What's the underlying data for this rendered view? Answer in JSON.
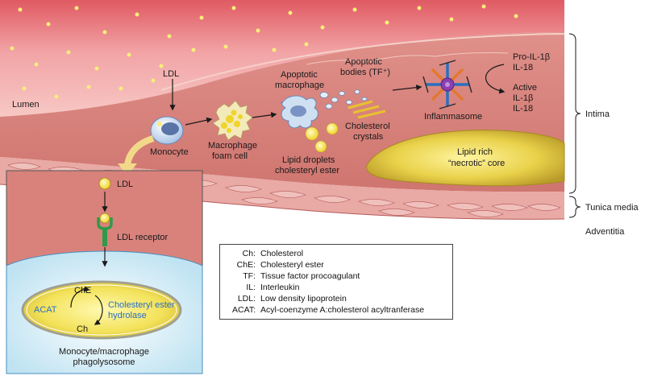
{
  "labels": {
    "lumen": "Lumen",
    "ldl_top": "LDL",
    "monocyte": "Monocyte",
    "macrophage_foam_1": "Macrophage",
    "macrophage_foam_2": "foam cell",
    "apoptotic_macrophage_1": "Apoptotic",
    "apoptotic_macrophage_2": "macrophage",
    "apoptotic_bodies_1": "Apoptotic",
    "apoptotic_bodies_2": "bodies (TF⁺)",
    "cholesterol_crystals_1": "Cholesterol",
    "cholesterol_crystals_2": "crystals",
    "lipid_droplets_1": "Lipid droplets",
    "lipid_droplets_2": "cholesteryl ester",
    "inflammasome": "Inflammasome",
    "pro_il1b": "Pro-IL-1β",
    "il18_top": "IL-18",
    "active": "Active",
    "il1b": "IL-1β",
    "il18_bottom": "IL-18",
    "lipid_core_1": "Lipid rich",
    "lipid_core_2": "“necrotic” core",
    "intima": "Intima",
    "tunica_media": "Tunica media",
    "adventitia": "Adventitia",
    "ldl_inset": "LDL",
    "ldl_receptor": "LDL receptor",
    "che": "ChE",
    "ch": "Ch",
    "acat": "ACAT",
    "hydrolase_1": "Cholesteryl ester",
    "hydrolase_2": "hydrolase",
    "phago_1": "Monocyte/macrophage",
    "phago_2": "phagolysosome"
  },
  "legend": [
    {
      "abbr": "Ch:",
      "text": "Cholesterol"
    },
    {
      "abbr": "ChE:",
      "text": "Cholesteryl ester"
    },
    {
      "abbr": "TF:",
      "text": "Tissue factor procoagulant"
    },
    {
      "abbr": "IL:",
      "text": "Interleukin"
    },
    {
      "abbr": "LDL:",
      "text": "Low density lipoprotein"
    },
    {
      "abbr": "ACAT:",
      "text": "Acyl-coenzyme A:cholesterol acyltranferase"
    }
  ],
  "colors": {
    "lumen": "#f3b6b4",
    "intima": "#d9827c",
    "media": "#e9a9a4",
    "core": "#e9d24a",
    "blue": "#2a6fc0"
  }
}
